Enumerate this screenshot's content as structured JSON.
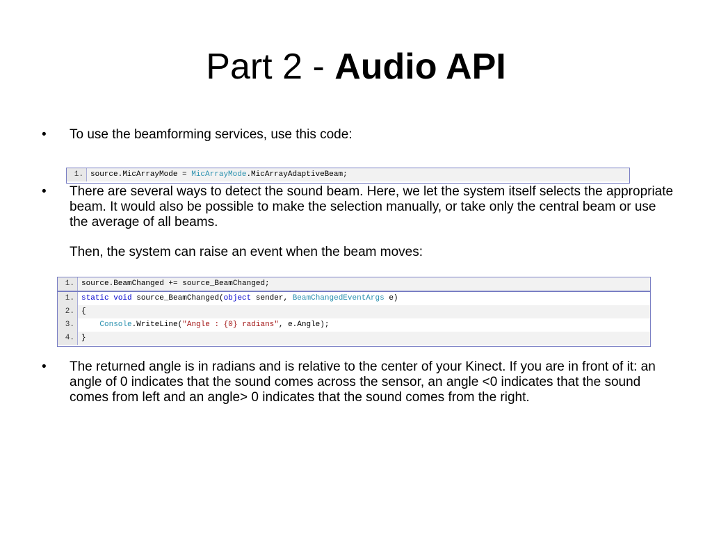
{
  "slide": {
    "title_prefix": "Part 2 - ",
    "title_bold": "Audio API",
    "bullet_char": "•",
    "bullets": [
      "To use the beamforming services, use this code:",
      "There are several ways to detect the sound beam. Here, we let the system itself selects the appropriate beam. It would also be possible to make the selection manually, or take only the central beam or use the average of all beams.",
      "Then, the system can raise an event when the beam moves:",
      "The returned angle is in radians and is relative to the center of your Kinect. If you are in front of it: an angle of 0 indicates that the sound comes across the sensor, an angle <0 indicates that the sound comes from left and an angle> 0 indicates that the sound comes from the right."
    ]
  },
  "code1": {
    "line_no": "1.",
    "parts": [
      "source.MicArrayMode = ",
      "MicArrayMode",
      ".MicArrayAdaptiveBeam;"
    ]
  },
  "code2": {
    "line_no": "1.",
    "text": "source.BeamChanged += source_BeamChanged;"
  },
  "code3": {
    "lines": [
      {
        "no": "1.",
        "kw1": "static",
        "kw2": "void",
        "name": " source_BeamChanged(",
        "kw3": "object",
        "mid": " sender, ",
        "type": "BeamChangedEventArgs",
        "end": " e)"
      },
      {
        "no": "2.",
        "text": "{"
      },
      {
        "no": "3.",
        "indent": "    ",
        "type": "Console",
        "call": ".WriteLine(",
        "str": "\"Angle : {0} radians\"",
        "end": ", e.Angle);"
      },
      {
        "no": "4.",
        "text": "}"
      }
    ]
  }
}
